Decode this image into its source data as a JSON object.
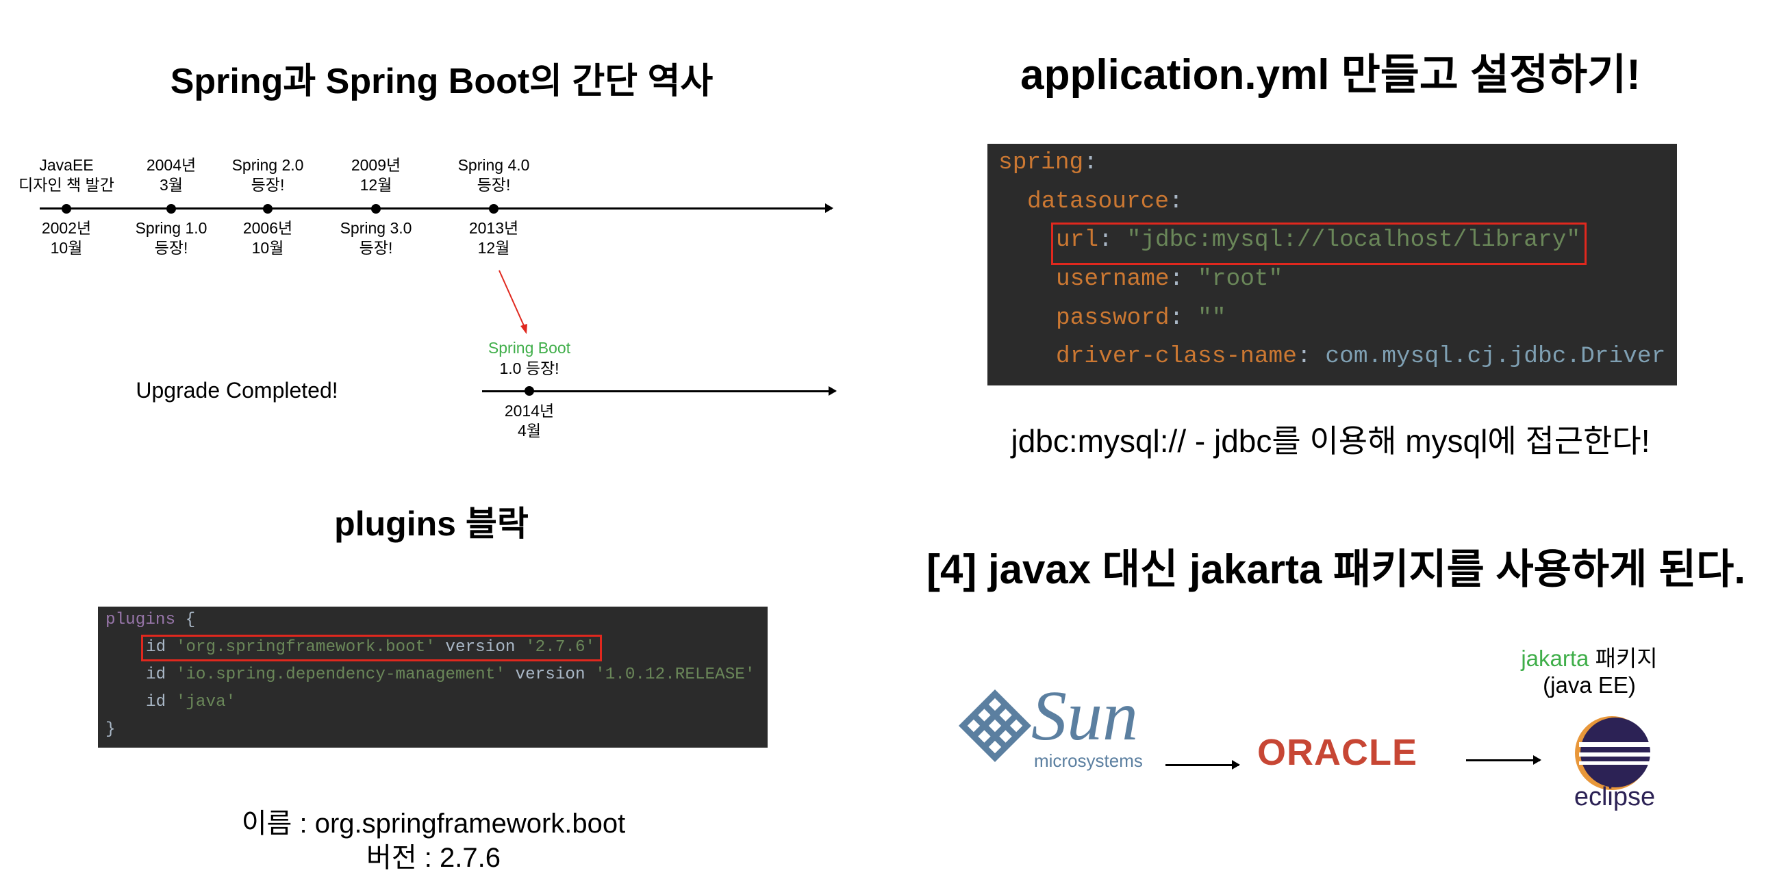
{
  "left": {
    "history_title": "Spring과 Spring Boot의 간단 역사",
    "timeline_top": [
      {
        "l1": "JavaEE",
        "l2": "디자인 책 발간"
      },
      {
        "l1": "2004년",
        "l2": "3월"
      },
      {
        "l1": "Spring 2.0",
        "l2": "등장!"
      },
      {
        "l1": "2009년",
        "l2": "12월"
      },
      {
        "l1": "Spring 4.0",
        "l2": "등장!"
      }
    ],
    "timeline_bottom": [
      {
        "l1": "2002년",
        "l2": "10월"
      },
      {
        "l1": "Spring 1.0",
        "l2": "등장!"
      },
      {
        "l1": "2006년",
        "l2": "10월"
      },
      {
        "l1": "Spring 3.0",
        "l2": "등장!"
      },
      {
        "l1": "2013년",
        "l2": "12월"
      }
    ],
    "boot": {
      "name": "Spring Boot",
      "l2": "1.0 등장!",
      "date1": "2014년",
      "date2": "4월"
    },
    "upgrade": "Upgrade Completed!",
    "plugins_title": "plugins 블락",
    "plugins_code": {
      "open_kw": "plugins",
      "open_brace": " {",
      "lines": [
        {
          "id": "id ",
          "name": "'org.springframework.boot'",
          "ver": " version ",
          "val": "'2.7.6'"
        },
        {
          "id": "id ",
          "name": "'io.spring.dependency-management'",
          "ver": " version ",
          "val": "'1.0.12.RELEASE'"
        },
        {
          "id": "id ",
          "name": "'java'"
        }
      ],
      "close_brace": "}"
    },
    "caption_name": "이름 : org.springframework.boot",
    "caption_version": "버전 : 2.7.6"
  },
  "right": {
    "yml_title": "application.yml 만들고 설정하기!",
    "yml": {
      "spring": "spring",
      "datasource": "datasource",
      "colon": ":",
      "url_key": "url",
      "url_val": "\"jdbc:mysql://localhost/library\"",
      "username_key": "username",
      "username_val": "\"root\"",
      "password_key": "password",
      "password_val": "\"\"",
      "driver_key": "driver-class-name",
      "driver_val": "com.mysql.cj.jdbc.Driver"
    },
    "jdbc_caption": "jdbc:mysql:// - jdbc를 이용해 mysql에 접근한다!",
    "jakarta_title": "[4] javax 대신 jakarta 패키지를 사용하게 된다.",
    "logos": {
      "sun": "Sun",
      "sun_sub": "microsystems",
      "oracle": "ORACLE",
      "eclipse": "eclipse"
    },
    "jakarta_word": "jakarta",
    "jakarta_rest": " 패키지",
    "jakarta_sub": "(java EE)"
  },
  "colors": {
    "green": "#3fae49",
    "red": "#e0281e",
    "oracle": "#c74634",
    "sun": "#5b7fa0",
    "eclipse": "#2c2255"
  }
}
